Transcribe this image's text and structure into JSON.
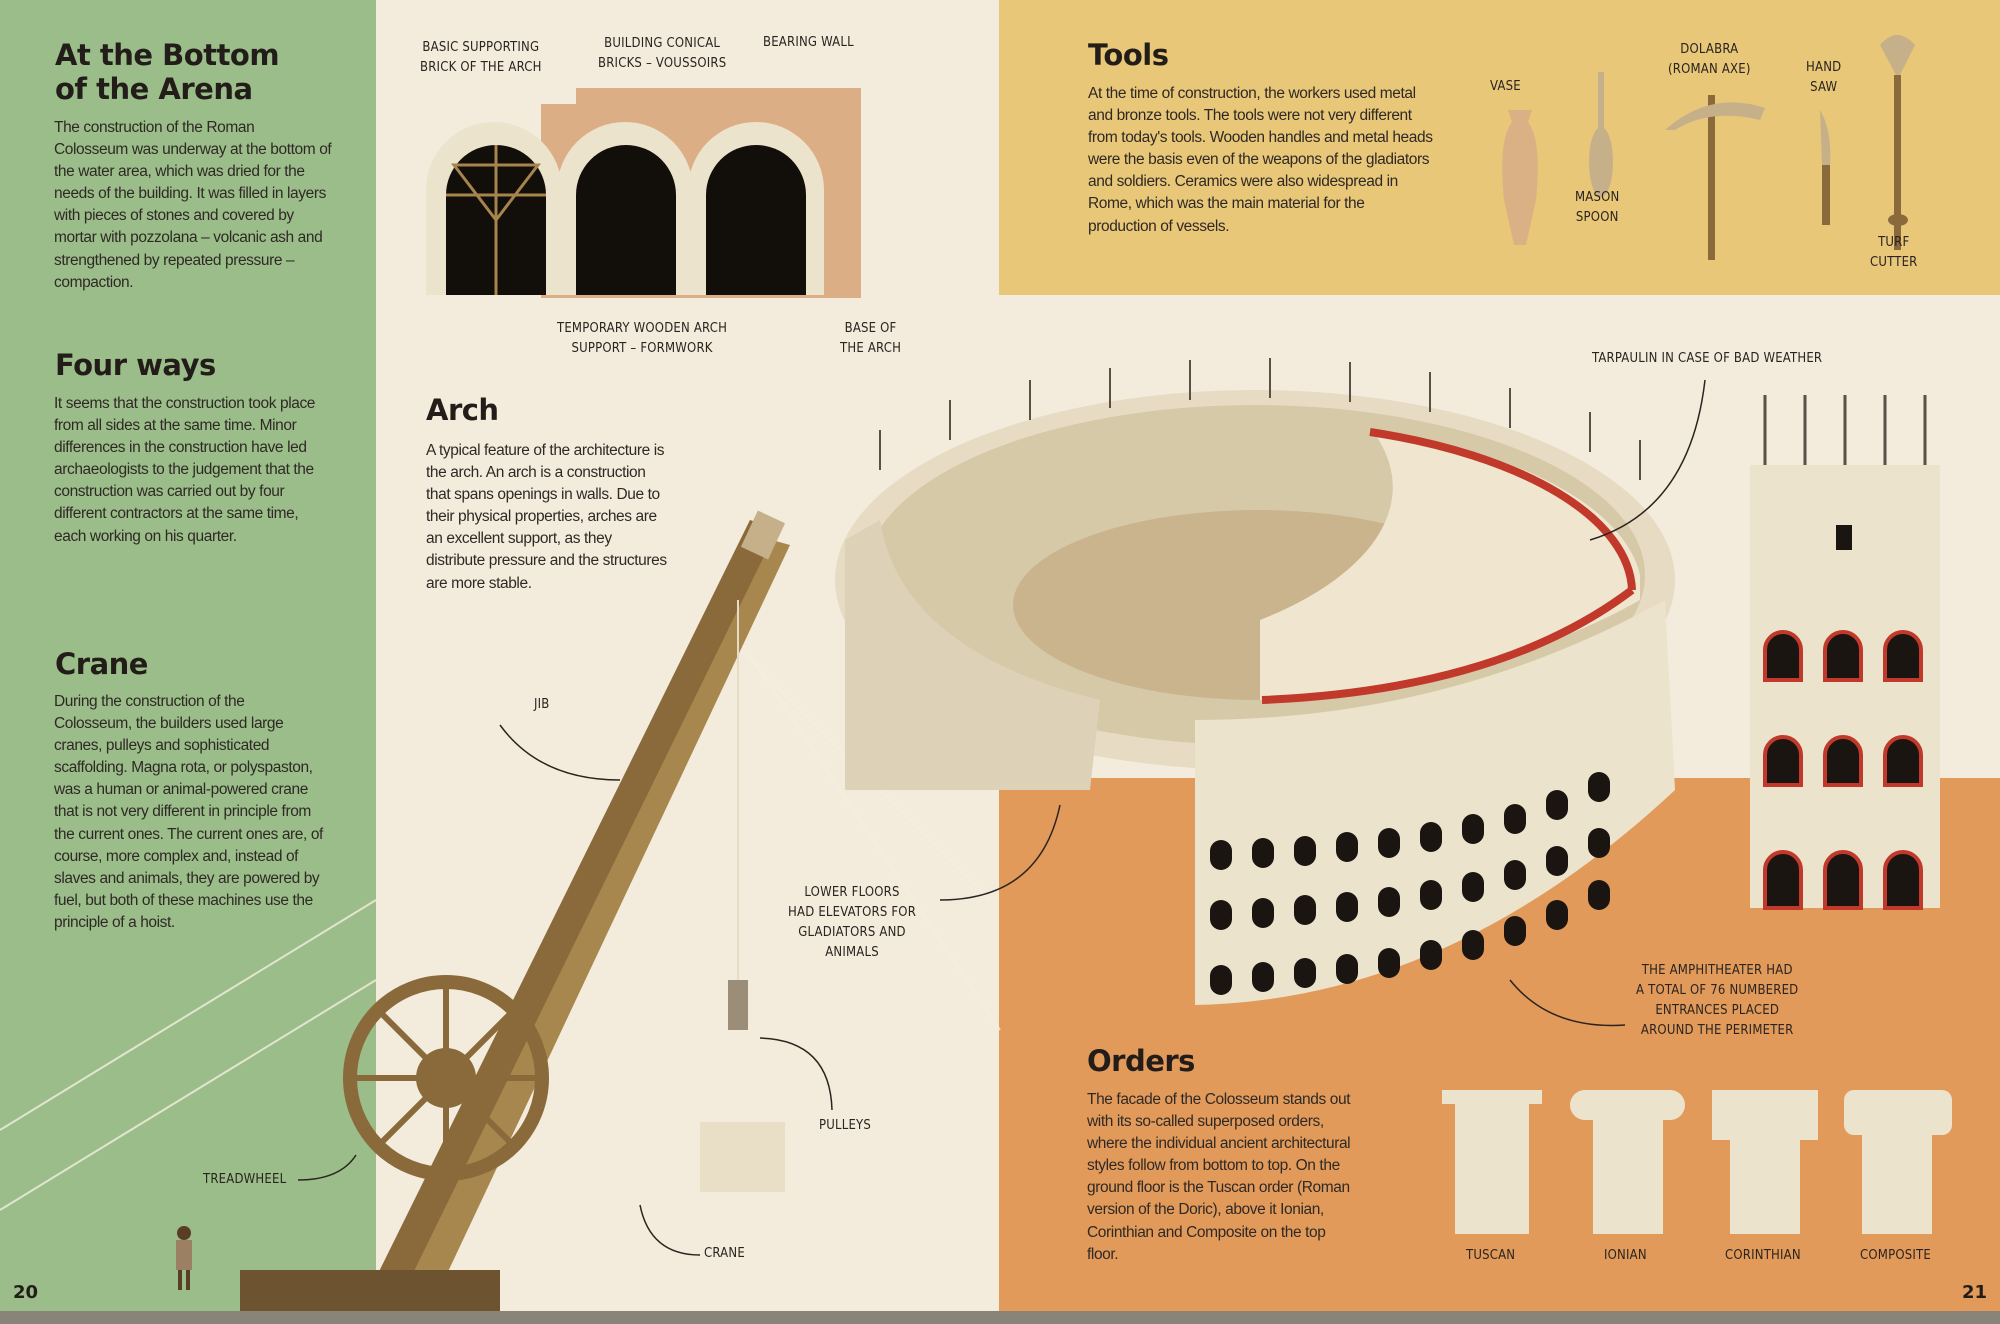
{
  "left_page": {
    "page_number": "20",
    "bottom_of_arena": {
      "title": "At the Bottom of the Arena",
      "text": "The construction of the Roman Colosseum was underway at the bottom of the water area, which was dried for the needs of the building. It was filled in layers with pieces of stones and covered by mortar with pozzolana – volcanic ash and strengthened by repeated pressure – compaction."
    },
    "four_ways": {
      "title": "Four ways",
      "text": "It seems that the construction took place from all sides at the same time. Minor differences in the construction have led archaeologists to the judgement that the construction was carried out by four different contractors at the same time, each working on his quarter."
    },
    "crane": {
      "title": "Crane",
      "text": "During the construction of the Colosseum, the builders used large cranes, pulleys and sophisticated scaffolding. Magna rota, or polyspaston, was a human or animal-powered crane that is not very different in principle from the current ones. The current ones are, of course, more complex and, instead of slaves and animals, they are powered by fuel, but both of these machines use the principle of a hoist."
    },
    "arch": {
      "title": "Arch",
      "text": "A typical feature of the architecture is the arch. An arch is a construction that spans openings in walls. Due to their physical properties, arches are an excellent support, as they distribute pressure and the structures are more stable."
    },
    "arch_labels": {
      "basic_brick": "Basic supporting\nbrick of the arch",
      "voussoirs": "Building conical\nbricks – voussoirs",
      "bearing_wall": "Bearing wall",
      "formwork": "Temporary wooden arch\nsupport – formwork",
      "base": "Base of\nthe arch"
    },
    "crane_labels": {
      "jib": "Jib",
      "treadwheel": "Treadwheel",
      "crane": "Crane",
      "pulleys": "Pulleys",
      "lower_floors": "Lower floors\nhad elevators for\ngladiators and\nanimals"
    }
  },
  "right_page": {
    "page_number": "21",
    "tools": {
      "title": "Tools",
      "text": "At the time of construction, the workers used metal and bronze tools. The tools were not very different from today's tools. Wooden handles and metal heads were the basis even of the weapons of the gladiators and soldiers. Ceramics were also widespread in Rome, which was the main material for the production of vessels.",
      "items": {
        "vase": "Vase",
        "mason_spoon": "Mason\nspoon",
        "dolabra": "Dolabra\n(Roman axe)",
        "hand_saw": "Hand\nsaw",
        "turf_cutter": "Turf\ncutter"
      }
    },
    "colosseum_labels": {
      "tarpaulin": "Tarpaulin in case of bad weather",
      "entrances": "The amphitheater had\na total of 76 numbered\nentrances placed\naround the perimeter"
    },
    "orders": {
      "title": "Orders",
      "text": "The facade of the Colosseum stands out with its so-called superposed orders, where the individual ancient architectural styles follow from bottom to top. On the ground floor is the Tuscan order (Roman version of the Doric), above it Ionian, Corinthian and Composite on the top floor.",
      "columns": [
        "Tuscan",
        "Ionian",
        "Corinthian",
        "Composite"
      ]
    }
  },
  "colors": {
    "green": "#9bbd8a",
    "yellow": "#e8c778",
    "orange": "#e29a5a",
    "cream": "#f3ecdc",
    "red": "#c0392b"
  }
}
